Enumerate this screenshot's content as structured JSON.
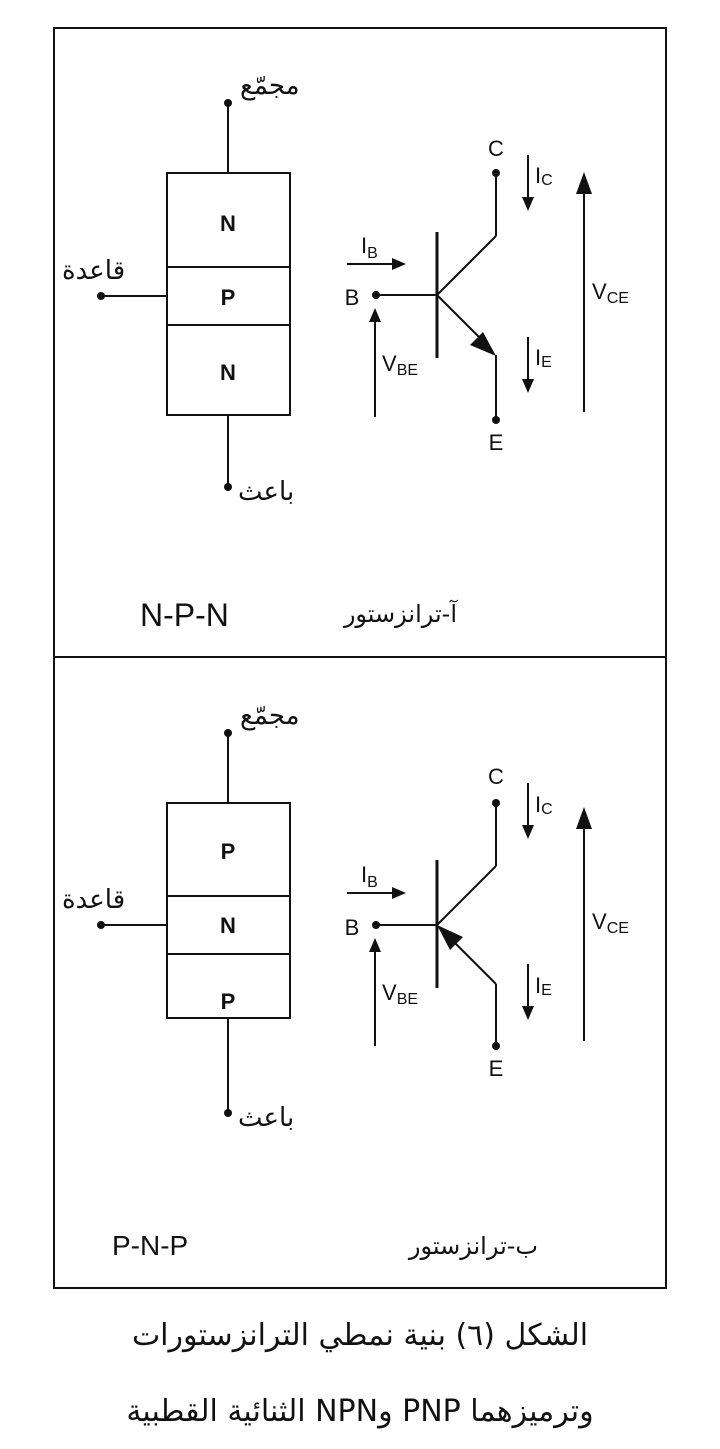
{
  "panels": [
    {
      "id": "npn",
      "layers": [
        "N",
        "P",
        "N"
      ],
      "collector_label": "مجمّع",
      "base_label": "قاعدة",
      "emitter_label": "باعث",
      "terminals": {
        "c": "C",
        "b": "B",
        "e": "E"
      },
      "currents": {
        "ib": "I",
        "ib_sub": "B",
        "ic": "I",
        "ic_sub": "C",
        "ie": "I",
        "ie_sub": "E"
      },
      "voltages": {
        "vbe": "V",
        "vbe_sub": "BE",
        "vce": "V",
        "vce_sub": "CE"
      },
      "caption_arabic": "آ-ترانزستور",
      "caption_code": "N-P-N",
      "emitter_arrow": "outward"
    },
    {
      "id": "pnp",
      "layers": [
        "P",
        "N",
        "P"
      ],
      "collector_label": "مجمّع",
      "base_label": "قاعدة",
      "emitter_label": "باعث",
      "terminals": {
        "c": "C",
        "b": "B",
        "e": "E"
      },
      "currents": {
        "ib": "I",
        "ib_sub": "B",
        "ic": "I",
        "ic_sub": "C",
        "ie": "I",
        "ie_sub": "E"
      },
      "voltages": {
        "vbe": "V",
        "vbe_sub": "BE",
        "vce": "V",
        "vce_sub": "CE"
      },
      "caption_arabic": "ب-ترانزستور",
      "caption_code": "P-N-P",
      "emitter_arrow": "inward"
    }
  ],
  "figure_caption": {
    "line1": "الشكل (٦) بنية نمطي الترانزستورات",
    "line2": "الثنائية القطبية NPNو PNP وترميزهما"
  },
  "colors": {
    "ink": "#111111",
    "background": "#ffffff"
  }
}
